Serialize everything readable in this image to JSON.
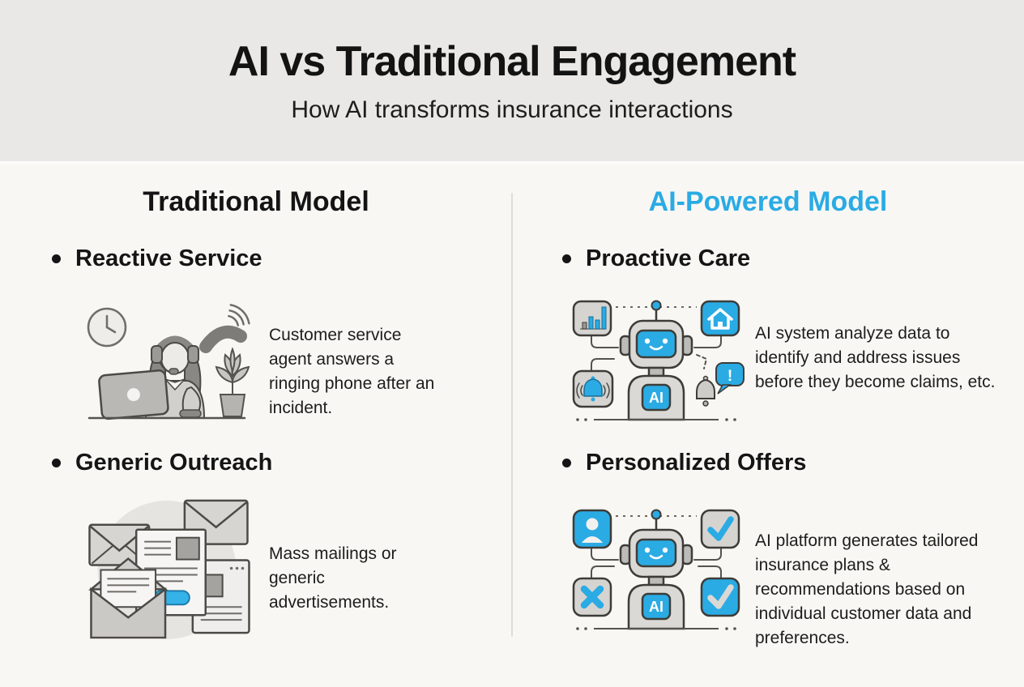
{
  "header": {
    "title": "AI vs Traditional Engagement",
    "subtitle": "How AI transforms insurance interactions"
  },
  "columns": [
    {
      "title": "Traditional Model",
      "sections": [
        {
          "heading": "Reactive Service",
          "description": "Customer service agent answers a ringing phone after an incident.",
          "illustration": "customer-service-agent"
        },
        {
          "heading": "Generic Outreach",
          "description": "Mass mailings or generic advertisements.",
          "illustration": "mass-mailings"
        }
      ]
    },
    {
      "title": "AI-Powered Model",
      "sections": [
        {
          "heading": "Proactive Care",
          "description": "AI system analyze data to identify and address issues before they become claims, etc.",
          "illustration": "ai-robot-monitoring"
        },
        {
          "heading": "Personalized Offers",
          "description": "AI platform generates tailored insurance plans & recommendations based on individual customer data and preferences.",
          "illustration": "ai-robot-personalization"
        }
      ]
    }
  ],
  "robot": {
    "badge": "AI",
    "alert": "!"
  },
  "colors": {
    "accent_blue": "#2aabe4",
    "heading_text": "#141414",
    "body_text": "#1d1d1b",
    "header_band": "#e9e8e6",
    "page_background": "#f8f7f4",
    "illustration_gray": "#d7d5d1",
    "outline_gray": "#3e3c38"
  }
}
